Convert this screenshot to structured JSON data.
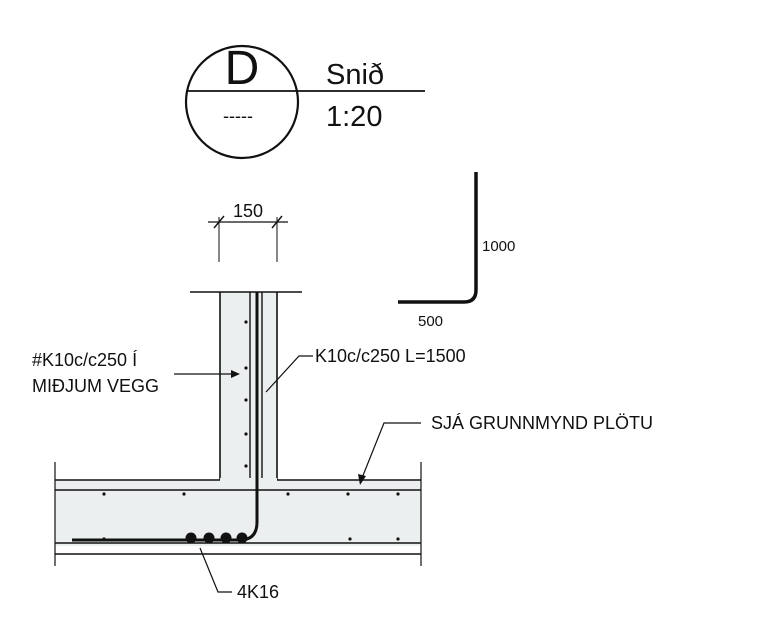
{
  "detail_marker": {
    "letter": "D",
    "sub": "-----"
  },
  "title": {
    "name": "Snið",
    "scale": "1:20"
  },
  "dimensions": {
    "wall_width": "150"
  },
  "bar_shape": {
    "vertical_leg": "1000",
    "horizontal_leg": "500"
  },
  "annotations": {
    "mesh_line1": "#K10c/c250 Í",
    "mesh_line2": "MIÐJUM VEGG",
    "starter_bar": "K10c/c250 L=1500",
    "slab_ref": "SJÁ GRUNNMYND PLÖTU",
    "bottom_bars": "4K16"
  },
  "colors": {
    "line": "#111111",
    "concrete": "#ecefef"
  }
}
